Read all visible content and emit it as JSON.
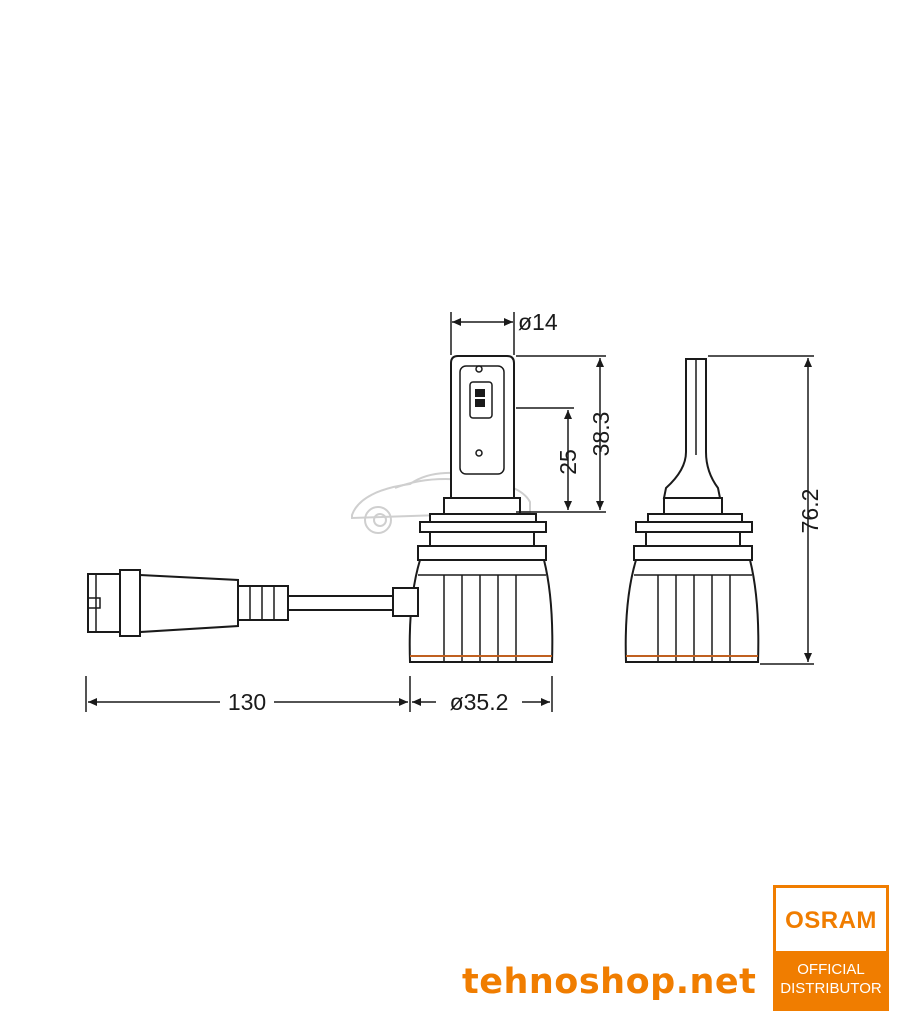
{
  "dimensions": {
    "cap_diameter": "ø14",
    "led_height": "25",
    "lamp_top_height": "38.3",
    "total_height": "76.2",
    "cable_length": "130",
    "base_diameter": "ø35.2"
  },
  "footer": {
    "site": "tehnoshop.net",
    "badge_logo": "OSRAM",
    "badge_line1": "OFFICIAL",
    "badge_line2": "DISTRIBUTOR"
  },
  "colors": {
    "brand_orange": "#f07d00",
    "drawing": "#1a1a1a",
    "accent_line": "#c06020"
  }
}
